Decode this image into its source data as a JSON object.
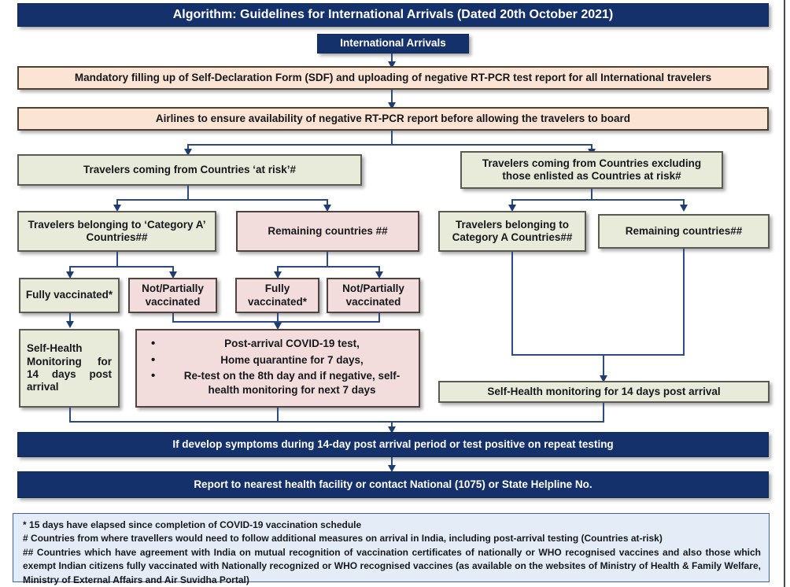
{
  "title_banner": "Algorithm: Guidelines for International Arrivals (Dated 20th October 2021)",
  "start_node": "International Arrivals",
  "steps": {
    "sdf": "Mandatory filling up of Self-Declaration Form (SDF) and uploading of negative RT-PCR test report for all International  travelers",
    "airlines": "Airlines to ensure availability of negative RT-PCR report before allowing the travelers to board"
  },
  "branches": {
    "at_risk": "Travelers coming from Countries ‘at risk’#",
    "excluding": "Travelers coming from Countries excluding those enlisted as Countries at risk#"
  },
  "at_risk_children": {
    "category_a": "Travelers belonging to ‘Category A’ Countries##",
    "remaining": "Remaining countries ##"
  },
  "excluding_children": {
    "category_a": "Travelers belonging to Category A Countries##",
    "remaining": "Remaining countries##"
  },
  "vaccination": {
    "cat_a_fully": "Fully vaccinated*",
    "cat_a_not": "Not/Partially vaccinated",
    "rem_fully": "Fully vaccinated*",
    "rem_not": "Not/Partially vaccinated"
  },
  "outcomes": {
    "self_health_left": "Self-Health Monitoring  for 14  days  post arrival",
    "measures": [
      "Post-arrival COVID-19 test,",
      "Home quarantine for 7 days,",
      "Re-test on the 8th day and if negative, self-health monitoring for next 7 days"
    ],
    "self_health_right": "Self-Health monitoring for 14 days post arrival"
  },
  "alerts": {
    "symptoms": "If develop symptoms during 14-day post arrival period or test positive on repeat testing",
    "report": "Report to nearest health facility or contact National (1075) or State Helpline No."
  },
  "footnotes": {
    "star_mark": "*",
    "star": "15 days have elapsed since completion of COVID-19 vaccination schedule",
    "hash_mark": "#",
    "hash": "Countries from where travellers would need to follow additional measures on arrival in India, including post-arrival testing (Countries at-risk)",
    "dhash_mark": "##",
    "dhash": "Countries which have agreement with India on mutual recognition of vaccination certificates of nationally or WHO recognised vaccines and also those which exempt Indian citizens fully vaccinated with Nationally recognized or WHO recognised vaccines (as available on the websites of Ministry of Health & Family Welfare, Ministry of External Affairs and Air Suvidha Portal)"
  },
  "colors": {
    "navy": "#15316b",
    "peach": "#fbe4d3",
    "olive": "#e8ebda",
    "pink": "#f2dddc",
    "connector": "#2c4b82",
    "footnote_bg": "#e3ecf7"
  }
}
